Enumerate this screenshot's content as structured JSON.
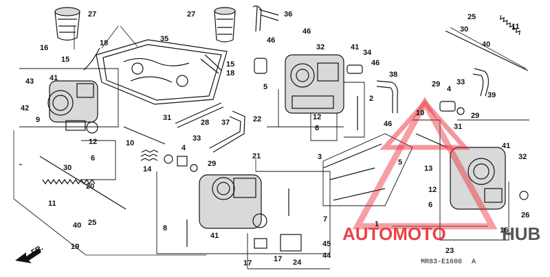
{
  "diagram": {
    "callouts": [
      {
        "id": "c27a",
        "text": "27"
      },
      {
        "id": "c16",
        "text": "16"
      },
      {
        "id": "c15a",
        "text": "15"
      },
      {
        "id": "c18a",
        "text": "18"
      },
      {
        "id": "c35",
        "text": "35"
      },
      {
        "id": "c27b",
        "text": "27"
      },
      {
        "id": "c36",
        "text": "36"
      },
      {
        "id": "c46a",
        "text": "46"
      },
      {
        "id": "c46b",
        "text": "46"
      },
      {
        "id": "c15b",
        "text": "15"
      },
      {
        "id": "c18b",
        "text": "18"
      },
      {
        "id": "c32a",
        "text": "32"
      },
      {
        "id": "c41a",
        "text": "41"
      },
      {
        "id": "c34",
        "text": "34"
      },
      {
        "id": "c46c",
        "text": "46"
      },
      {
        "id": "c38",
        "text": "38"
      },
      {
        "id": "c25a",
        "text": "25"
      },
      {
        "id": "c30a",
        "text": "30"
      },
      {
        "id": "c11a",
        "text": "11"
      },
      {
        "id": "c40a",
        "text": "40"
      },
      {
        "id": "c43",
        "text": "43"
      },
      {
        "id": "c41b",
        "text": "41"
      },
      {
        "id": "c42",
        "text": "42"
      },
      {
        "id": "c9",
        "text": "9"
      },
      {
        "id": "c5a",
        "text": "5"
      },
      {
        "id": "c2",
        "text": "2"
      },
      {
        "id": "c29a",
        "text": "29"
      },
      {
        "id": "c4a",
        "text": "4"
      },
      {
        "id": "c33a",
        "text": "33"
      },
      {
        "id": "c39",
        "text": "39"
      },
      {
        "id": "c31a",
        "text": "31"
      },
      {
        "id": "c28",
        "text": "28"
      },
      {
        "id": "c37",
        "text": "37"
      },
      {
        "id": "c22",
        "text": "22"
      },
      {
        "id": "c12a",
        "text": "12"
      },
      {
        "id": "c6a",
        "text": "6"
      },
      {
        "id": "c10a",
        "text": "10"
      },
      {
        "id": "c46d",
        "text": "46"
      },
      {
        "id": "c29b",
        "text": "29"
      },
      {
        "id": "c31b",
        "text": "31"
      },
      {
        "id": "c12b",
        "text": "12"
      },
      {
        "id": "c6b",
        "text": "6"
      },
      {
        "id": "c10b",
        "text": "10"
      },
      {
        "id": "c33b",
        "text": "33"
      },
      {
        "id": "c4b",
        "text": "4"
      },
      {
        "id": "c14",
        "text": "14"
      },
      {
        "id": "c29c",
        "text": "29"
      },
      {
        "id": "c20",
        "text": "20"
      },
      {
        "id": "c21",
        "text": "21"
      },
      {
        "id": "c3",
        "text": "3"
      },
      {
        "id": "c5b",
        "text": "5"
      },
      {
        "id": "c13",
        "text": "13"
      },
      {
        "id": "c41c",
        "text": "41"
      },
      {
        "id": "c32b",
        "text": "32"
      },
      {
        "id": "c30b",
        "text": "30"
      },
      {
        "id": "c11b",
        "text": "11"
      },
      {
        "id": "c40b",
        "text": "40"
      },
      {
        "id": "c25b",
        "text": "25"
      },
      {
        "id": "c8",
        "text": "8"
      },
      {
        "id": "c41d",
        "text": "41"
      },
      {
        "id": "c7",
        "text": "7"
      },
      {
        "id": "c12c",
        "text": "12"
      },
      {
        "id": "c6c",
        "text": "6"
      },
      {
        "id": "c26",
        "text": "26"
      },
      {
        "id": "c1",
        "text": "1"
      },
      {
        "id": "c16b",
        "text": "16"
      },
      {
        "id": "c19",
        "text": "19"
      },
      {
        "id": "c17a",
        "text": "17"
      },
      {
        "id": "c17b",
        "text": "17"
      },
      {
        "id": "c24",
        "text": "24"
      },
      {
        "id": "c45",
        "text": "45"
      },
      {
        "id": "c44",
        "text": "44"
      },
      {
        "id": "c23",
        "text": "23"
      }
    ],
    "front_label": "FR.",
    "diagram_code": "MR83-E1600",
    "code_suffix": "A"
  },
  "watermark": {
    "text_a": "AUTOMOTO",
    "text_b": "HUB",
    "color_red": "#e8202a",
    "color_dark": "#3a3a3a"
  }
}
